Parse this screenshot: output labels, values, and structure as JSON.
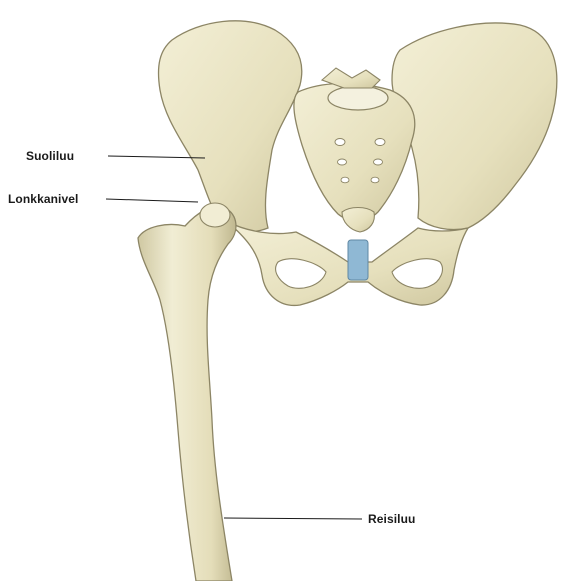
{
  "labels": {
    "ilium": "Suoliluu",
    "hip_joint": "Lonkkanivel",
    "femur": "Reisiluu"
  },
  "colors": {
    "bone": "#e9e4c4",
    "bone_shadow": "#cdc6a0",
    "bone_outline": "#8c8565",
    "cartilage": "#8fb8d4",
    "leader_line": "#1a1a1a"
  }
}
